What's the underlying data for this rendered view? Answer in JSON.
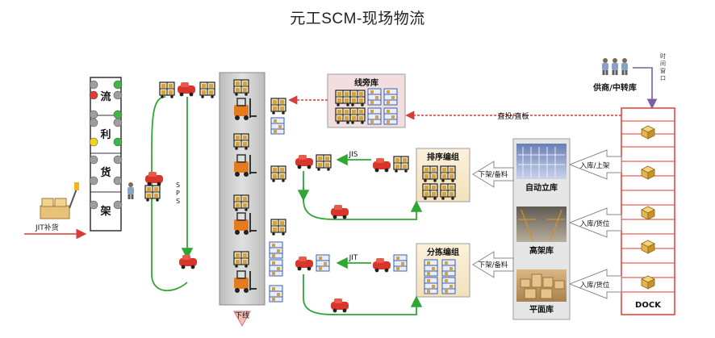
{
  "title": "元工SCM-现场物流",
  "shelf": {
    "chars": [
      "流",
      "利",
      "货",
      "架"
    ]
  },
  "labels": {
    "jit_replenish": "JIT补货",
    "sps": "S P S",
    "line_side": "线旁库",
    "direct": "直投/直板",
    "supplier": "供商/中转库",
    "time_window": "时 间 窗 口",
    "jis": "JIS",
    "jit": "JIT",
    "sequencing": "排序编组",
    "picking": "分拣编组",
    "down_prep_1": "下架/备料",
    "down_prep_2": "下架/备料",
    "auto_wh": "自动立库",
    "high_wh": "高架库",
    "flat_wh": "平面库",
    "in_up": "入库/上架",
    "in_loc_1": "入库/货位",
    "in_loc_2": "入库/货位",
    "dock": "DOCK",
    "offline": "下线"
  },
  "colors": {
    "flow_green": "#2fa832",
    "direct_red": "#d93a3a",
    "supplier_purple": "#7a5ea8",
    "forklift_orange": "#e57b1f",
    "agv_red": "#d8362b",
    "panel_gray": "#cfcfcf",
    "light_red": "#e53935",
    "light_green": "#3fb54a",
    "light_yellow": "#f5d21c",
    "light_gray": "#9e9e9e"
  }
}
